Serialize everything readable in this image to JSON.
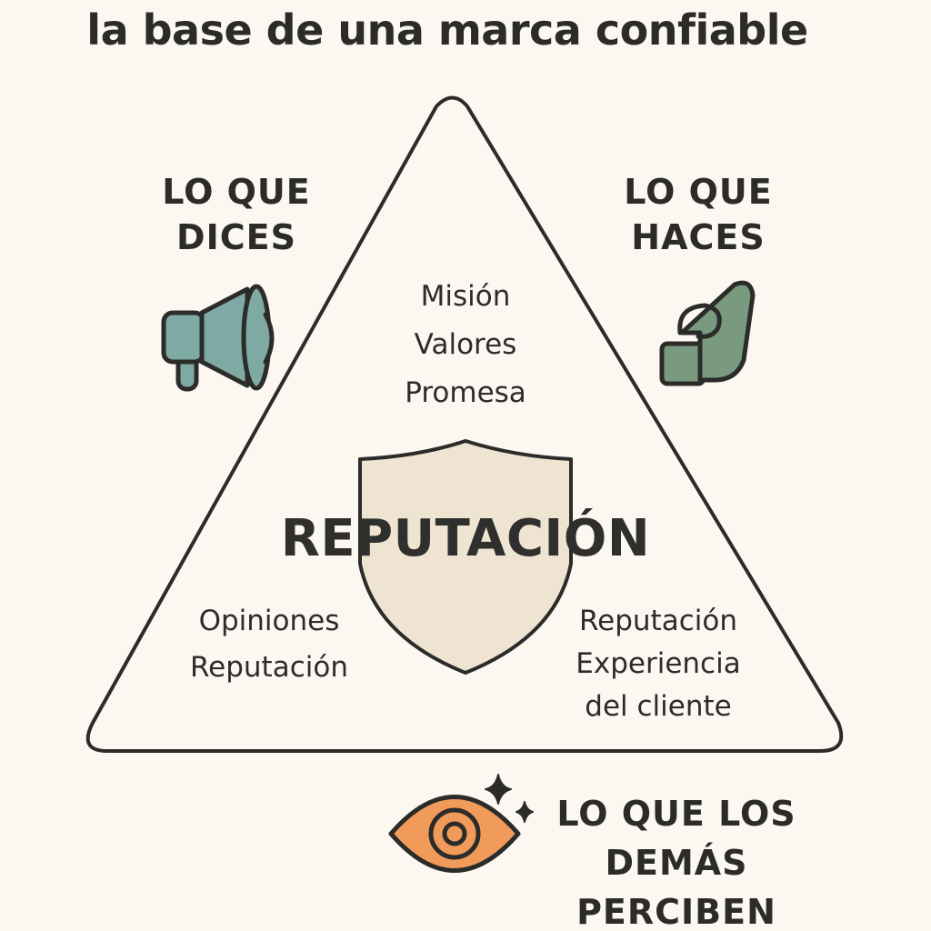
{
  "title": "la base de una marca confiable",
  "colors": {
    "background": "#fcf8f1",
    "outline": "#2b2c2a",
    "shield_fill": "#efe3d2",
    "megaphone_fill": "#7fa9a3",
    "hand_fill": "#7a9a7f",
    "eye_fill": "#f19b5a"
  },
  "corners": {
    "top_left": {
      "heading": [
        "LO QUE",
        "DICES"
      ],
      "icon": "megaphone-icon"
    },
    "top_right": {
      "heading": [
        "LO QUE",
        "HACES"
      ],
      "icon": "hand-icon"
    },
    "bottom": {
      "heading": [
        "LO QUE LOS",
        "DEMÁS",
        "PERCIBEN"
      ],
      "icon": "eye-icon"
    }
  },
  "triangle": {
    "top_items": [
      "Misión",
      "Valores",
      "Promesa"
    ],
    "left_items": [
      "Opiniones",
      "Reputación"
    ],
    "right_items": [
      "Reputación",
      "Experiencia",
      "del cliente"
    ],
    "center_label": "REPUTACIÓN",
    "center_icon": "shield-icon"
  }
}
